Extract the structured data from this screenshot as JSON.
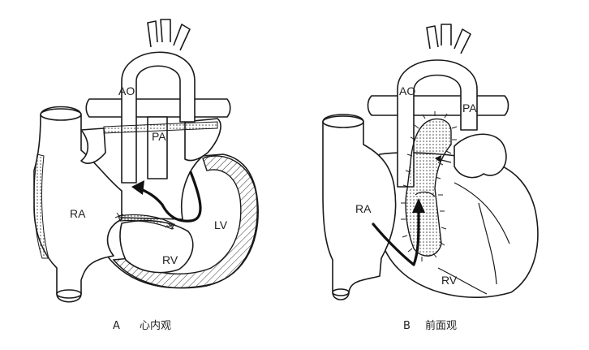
{
  "panel_a": {
    "labels": {
      "ao": "AO",
      "pa": "PA",
      "ra": "RA",
      "lv": "LV",
      "rv": "RV"
    },
    "caption_letter": "A",
    "caption_text": "心内观"
  },
  "panel_b": {
    "labels": {
      "ao": "AO",
      "pa": "PA",
      "ra": "RA",
      "rv": "RV"
    },
    "caption_letter": "B",
    "caption_text": "前面观"
  },
  "colors": {
    "ink": "#1a1a1a",
    "background": "#ffffff"
  }
}
